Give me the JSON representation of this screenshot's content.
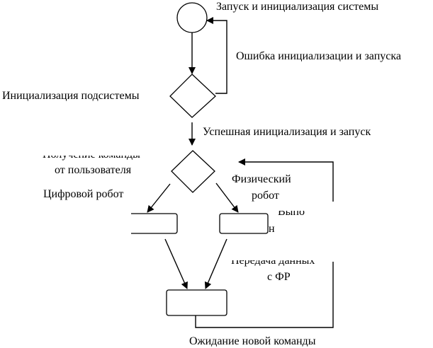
{
  "labels": {
    "start": "Запуск и инициализация системы",
    "init_error": "Ошибка инициализации и запуска",
    "subsystem_init": "Инициализация подсистемы",
    "init_success": "Успешная инициализация и запуск",
    "command_line1": "Получение команды",
    "command_line2": "от пользователя",
    "digital_robot": "Цифровой робот",
    "physical_line1": "Физический",
    "physical_line2": "робот",
    "right_partial": "Выпо",
    "right_partial2": "н",
    "transfer_line1": "Передача данных",
    "transfer_line2": "с ФР",
    "wait": "Ожидание новой команды"
  }
}
